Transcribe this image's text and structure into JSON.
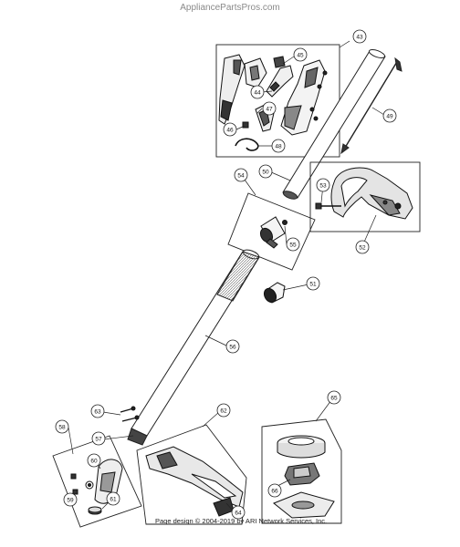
{
  "site_header": "AppliancePartsPros.com",
  "copyright": "Page design © 2004-2019 by ARI Network Services, Inc.",
  "callouts": {
    "p43": "43",
    "p44": "44",
    "p45": "45",
    "p46": "46",
    "p47": "47",
    "p48": "48",
    "p49": "49",
    "p50": "50",
    "p51": "51",
    "p52": "52",
    "p53": "53",
    "p54": "54",
    "p55": "55",
    "p56": "56",
    "p57": "57",
    "p58": "58",
    "p59": "59",
    "p60": "60",
    "p61": "61",
    "p62": "62",
    "p63": "63",
    "p64": "64",
    "p65": "65",
    "p66": "66"
  }
}
